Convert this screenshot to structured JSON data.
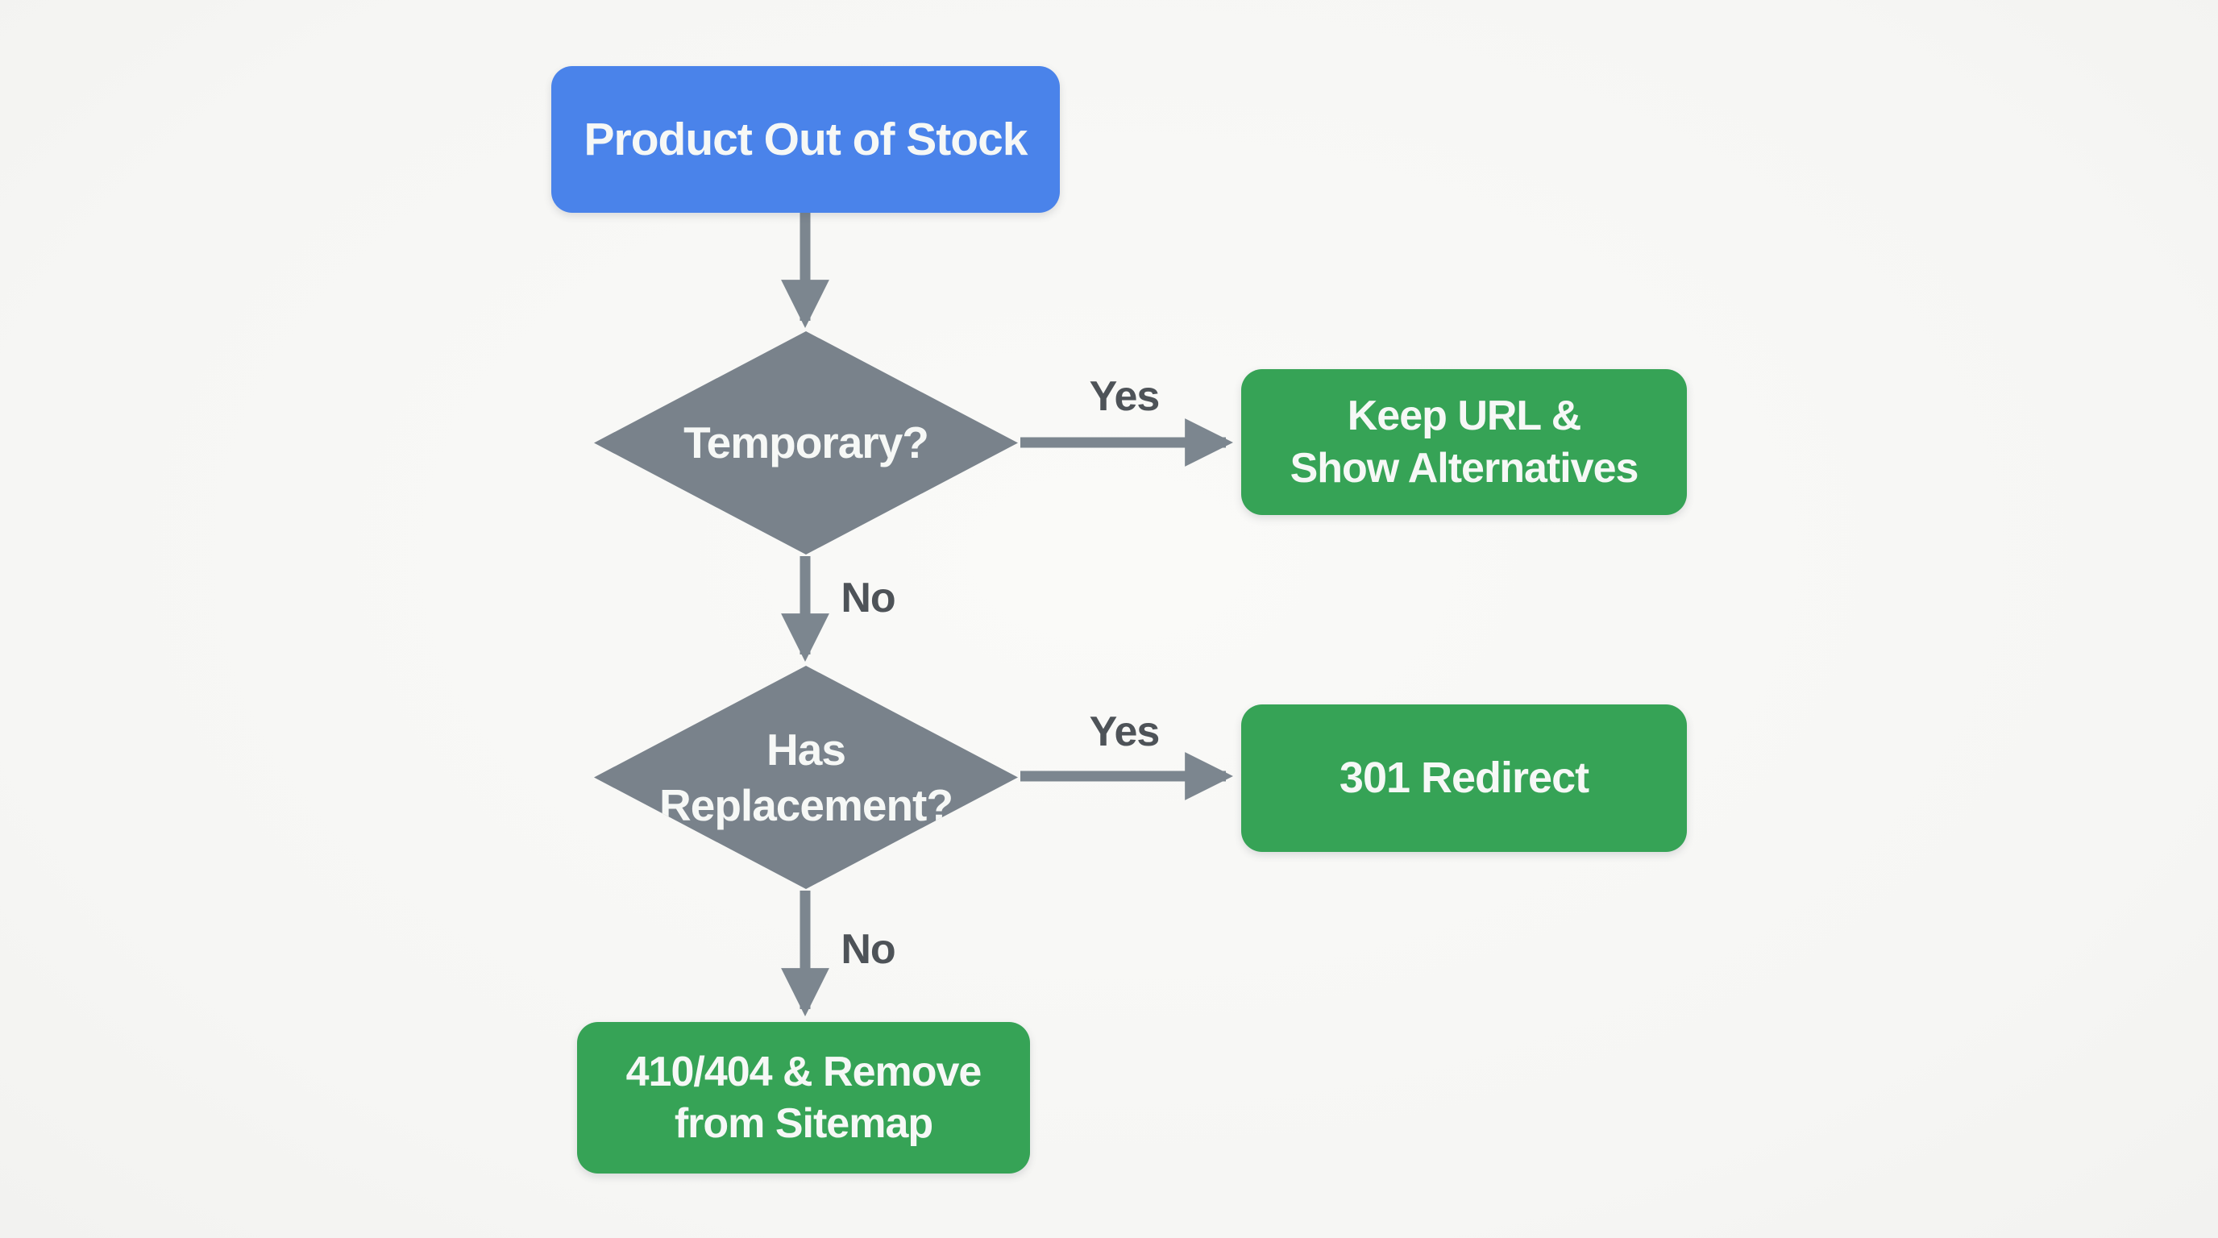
{
  "diagram": {
    "type": "flowchart",
    "topic": "Product Out of Stock SEO decision flow",
    "colors": {
      "background": "#f7f7f5",
      "process_blue": "#4a83ea",
      "decision_gray": "#79828b",
      "outcome_green": "#36a356",
      "arrow_gray": "#7c868f",
      "edge_label_text": "#4e5358",
      "node_text": "#f6f8f6"
    },
    "nodes": {
      "start": {
        "label": "Product Out of Stock",
        "shape": "rounded-rectangle",
        "color": "#4a83ea"
      },
      "decision_temporary": {
        "label": "Temporary?",
        "shape": "diamond",
        "color": "#79828b"
      },
      "outcome_keep": {
        "line1": "Keep URL &",
        "line2": "Show Alternatives",
        "shape": "rounded-rectangle",
        "color": "#36a356"
      },
      "decision_replacement": {
        "line1": "Has",
        "line2": "Replacement?",
        "shape": "diamond",
        "color": "#79828b"
      },
      "outcome_redirect": {
        "label": "301 Redirect",
        "shape": "rounded-rectangle",
        "color": "#36a356"
      },
      "outcome_remove": {
        "line1": "410/404 & Remove",
        "line2": "from Sitemap",
        "shape": "rounded-rectangle",
        "color": "#36a356"
      }
    },
    "edges": {
      "start_to_temporary": {
        "from": "start",
        "to": "decision_temporary",
        "label": ""
      },
      "temporary_yes": {
        "from": "decision_temporary",
        "to": "outcome_keep",
        "label": "Yes"
      },
      "temporary_no": {
        "from": "decision_temporary",
        "to": "decision_replacement",
        "label": "No"
      },
      "replacement_yes": {
        "from": "decision_replacement",
        "to": "outcome_redirect",
        "label": "Yes"
      },
      "replacement_no": {
        "from": "decision_replacement",
        "to": "outcome_remove",
        "label": "No"
      }
    }
  }
}
